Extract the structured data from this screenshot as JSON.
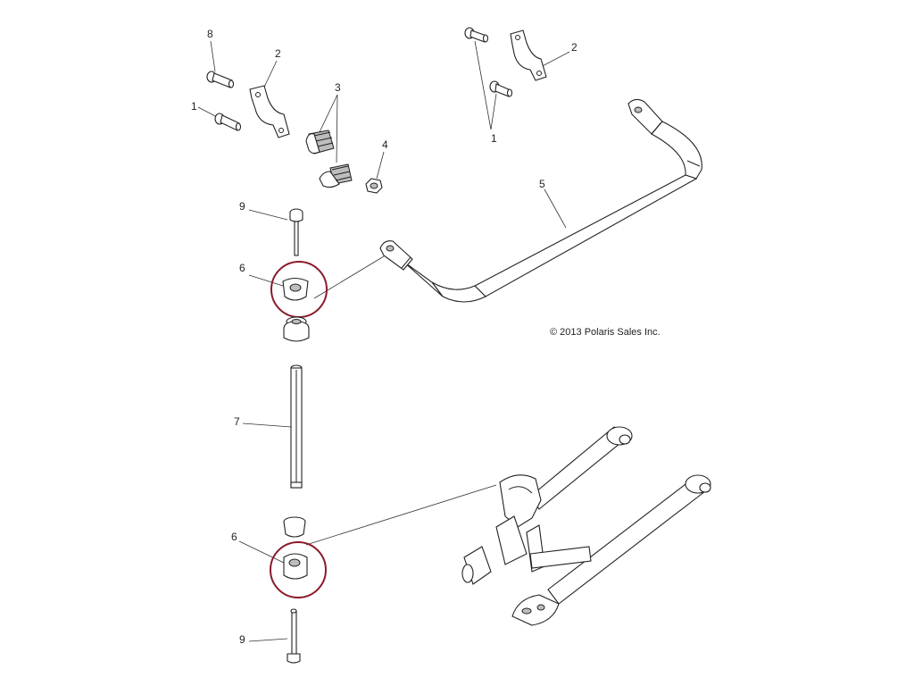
{
  "copyright": "© 2013 Polaris Sales Inc.",
  "callouts": {
    "c8": "8",
    "c2_left": "2",
    "c2_right": "2",
    "c1_left": "1",
    "c1_right": "1",
    "c3": "3",
    "c4": "4",
    "c5": "5",
    "c9_top": "9",
    "c9_bottom": "9",
    "c6_top": "6",
    "c6_bottom": "6",
    "c7": "7"
  },
  "colors": {
    "highlight_circle": "#8b1a2b",
    "line": "#222222",
    "shade": "#bdbdbd"
  },
  "icons": {
    "bolt": "bolt-icon",
    "bracket": "bracket-icon",
    "bushing": "bushing-icon",
    "nut": "nut-icon",
    "stabilizer_bar": "stabilizer-bar-icon",
    "link_rod": "link-rod-icon",
    "a_arm": "a-arm-icon"
  }
}
